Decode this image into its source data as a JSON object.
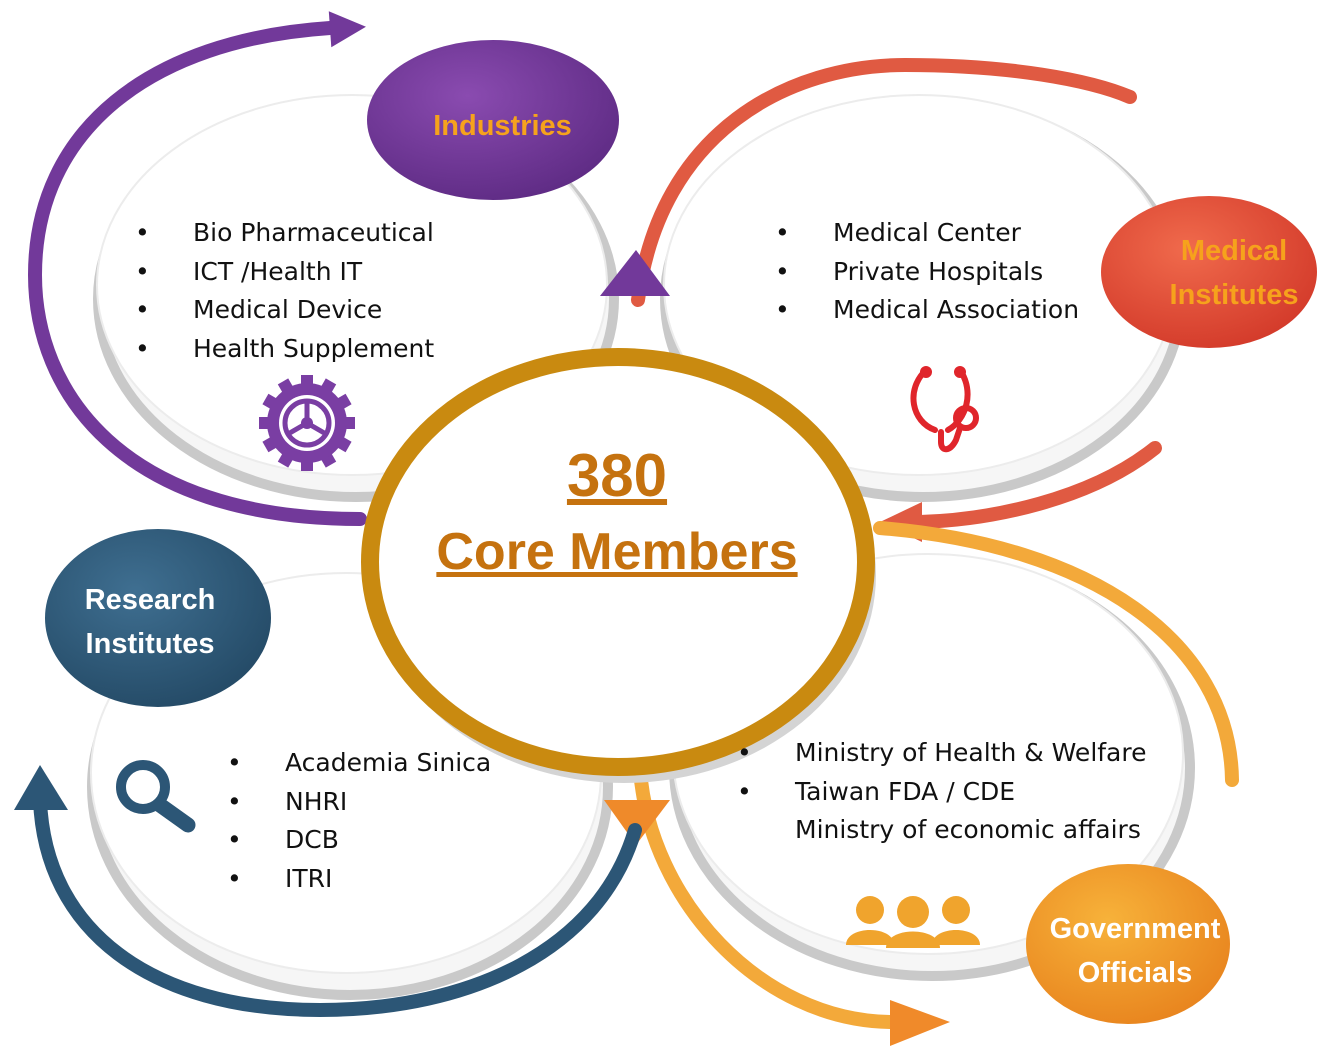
{
  "center": {
    "count": "380",
    "label": "Core  Members"
  },
  "colors": {
    "industries": "#6f3596",
    "medical": "#e05a42",
    "research": "#2c5676",
    "government": "#f0a42d",
    "center_ring": "#c98a10",
    "label_gold": "#f6a21c",
    "icon_red": "#e0252b",
    "icon_orange": "#f0a42d"
  },
  "quadrants": {
    "industries": {
      "title": "Industries",
      "icon": "gear-icon",
      "items": [
        "Bio Pharmaceutical",
        "ICT /Health IT",
        "Medical Device",
        "Health Supplement"
      ]
    },
    "medical": {
      "title_line1": "Medical",
      "title_line2": "Institutes",
      "icon": "stethoscope-icon",
      "items": [
        "Medical Center",
        "Private Hospitals",
        "Medical Association"
      ]
    },
    "research": {
      "title_line1": "Research",
      "title_line2": "Institutes",
      "icon": "magnifier-icon",
      "items": [
        "Academia Sinica",
        "NHRI",
        "DCB",
        "ITRI"
      ]
    },
    "government": {
      "title_line1": "Government",
      "title_line2": "Officials",
      "icon": "people-group-icon",
      "items": [
        "Ministry of Health & Welfare",
        "Taiwan FDA / CDE",
        "Ministry of economic affairs"
      ]
    }
  }
}
